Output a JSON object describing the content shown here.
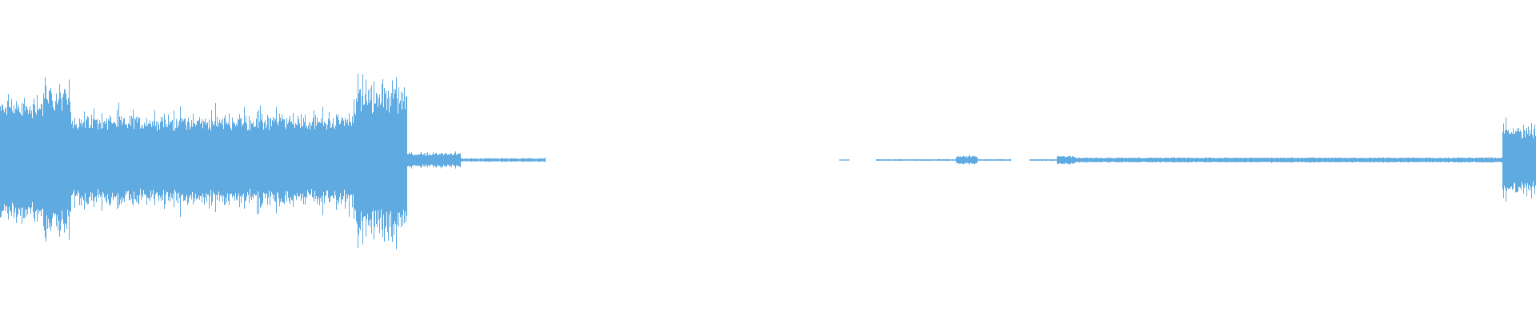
{
  "waveform": {
    "color": "#5faae0",
    "background": "#ffffff",
    "segments": [
      {
        "start": 0.0,
        "end": 0.028,
        "level": 0.45,
        "jitter": 0.25
      },
      {
        "start": 0.028,
        "end": 0.046,
        "level": 0.52,
        "jitter": 0.35
      },
      {
        "start": 0.046,
        "end": 0.23,
        "level": 0.33,
        "jitter": 0.3
      },
      {
        "start": 0.23,
        "end": 0.265,
        "level": 0.55,
        "jitter": 0.45
      },
      {
        "start": 0.265,
        "end": 0.3,
        "level": 0.05,
        "jitter": 0.4
      },
      {
        "start": 0.3,
        "end": 0.355,
        "level": 0.012,
        "jitter": 0.5
      },
      {
        "start": 0.355,
        "end": 0.546,
        "level": 0.0,
        "jitter": 0.0
      },
      {
        "start": 0.546,
        "end": 0.553,
        "level": 0.004,
        "jitter": 0.3
      },
      {
        "start": 0.57,
        "end": 0.622,
        "level": 0.006,
        "jitter": 0.3
      },
      {
        "start": 0.622,
        "end": 0.636,
        "level": 0.03,
        "jitter": 0.4
      },
      {
        "start": 0.636,
        "end": 0.658,
        "level": 0.006,
        "jitter": 0.3
      },
      {
        "start": 0.67,
        "end": 0.688,
        "level": 0.006,
        "jitter": 0.3
      },
      {
        "start": 0.688,
        "end": 0.7,
        "level": 0.03,
        "jitter": 0.4
      },
      {
        "start": 0.7,
        "end": 0.978,
        "level": 0.018,
        "jitter": 0.35
      },
      {
        "start": 0.978,
        "end": 1.0,
        "level": 0.24,
        "jitter": 0.35
      }
    ],
    "spikes": [
      {
        "pos": 0.022,
        "amp": 0.55
      },
      {
        "pos": 0.024,
        "amp": 0.58
      },
      {
        "pos": 0.232,
        "amp": 0.55
      },
      {
        "pos": 0.238,
        "amp": 0.72
      },
      {
        "pos": 0.245,
        "amp": 0.6
      },
      {
        "pos": 0.251,
        "amp": 0.62
      },
      {
        "pos": 0.262,
        "amp": 0.6
      },
      {
        "pos": 0.984,
        "amp": 0.25
      }
    ]
  }
}
